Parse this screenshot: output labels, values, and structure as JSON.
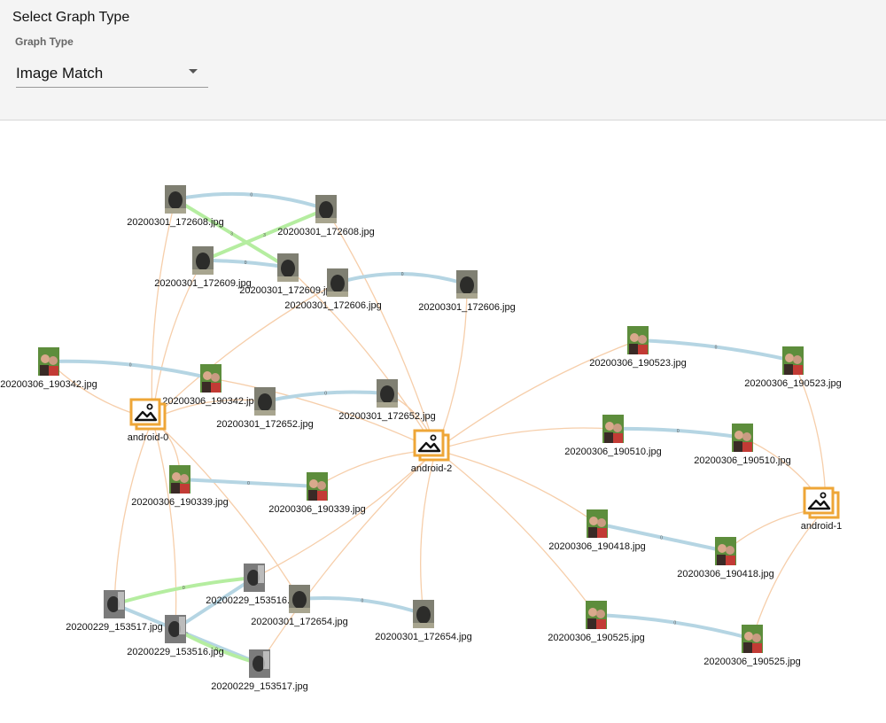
{
  "header": {
    "title": "Select Graph Type",
    "field_label": "Graph Type",
    "selected": "Image Match"
  },
  "colors": {
    "device_edge": "#f6ceaa",
    "match_blue": "#b5d5e3",
    "match_green": "#b5eda0",
    "device_icon": "#eea637"
  },
  "devices": [
    {
      "id": "d0",
      "label": "android-0"
    },
    {
      "id": "d1",
      "label": "android-1"
    },
    {
      "id": "d2",
      "label": "android-2"
    }
  ],
  "images": [
    {
      "id": "i1",
      "label": "20200301_172608.jpg",
      "device": "d0",
      "thumb": "dog-photo-thumbnail-icon",
      "tone": "dog"
    },
    {
      "id": "i2",
      "label": "20200301_172608.jpg",
      "device": "d2",
      "thumb": "dog-photo-thumbnail-icon",
      "tone": "dog"
    },
    {
      "id": "i3",
      "label": "20200301_172609.jpg",
      "device": "d0",
      "thumb": "dog-photo-thumbnail-icon",
      "tone": "dog"
    },
    {
      "id": "i4",
      "label": "20200301_172609.jpg",
      "device": "d2",
      "thumb": "dog-photo-thumbnail-icon",
      "tone": "dog"
    },
    {
      "id": "i5",
      "label": "20200301_172606.jpg",
      "device": "d0",
      "thumb": "dog-photo-thumbnail-icon",
      "tone": "dog"
    },
    {
      "id": "i6",
      "label": "20200301_172606.jpg",
      "device": "d2",
      "thumb": "dog-photo-thumbnail-icon",
      "tone": "dog"
    },
    {
      "id": "i7",
      "label": "20200306_190342.jpg",
      "device": "d0",
      "thumb": "people-photo-thumbnail-icon",
      "tone": "people"
    },
    {
      "id": "i8",
      "label": "20200306_190342.jpg",
      "device": "d2",
      "thumb": "people-photo-thumbnail-icon",
      "tone": "people"
    },
    {
      "id": "i9",
      "label": "20200301_172652.jpg",
      "device": "d0",
      "thumb": "dog-photo-thumbnail-icon",
      "tone": "dog"
    },
    {
      "id": "i10",
      "label": "20200301_172652.jpg",
      "device": "d2",
      "thumb": "dog-photo-thumbnail-icon",
      "tone": "dog"
    },
    {
      "id": "i11",
      "label": "20200306_190339.jpg",
      "device": "d0",
      "thumb": "people-photo-thumbnail-icon",
      "tone": "people"
    },
    {
      "id": "i12",
      "label": "20200306_190339.jpg",
      "device": "d2",
      "thumb": "people-photo-thumbnail-icon",
      "tone": "people"
    },
    {
      "id": "i13",
      "label": "20200229_153516.jpg",
      "device": "d2",
      "thumb": "gray-photo-thumbnail-icon",
      "tone": "gray"
    },
    {
      "id": "i14",
      "label": "20200229_153517.jpg",
      "device": "d0",
      "thumb": "gray-photo-thumbnail-icon",
      "tone": "gray"
    },
    {
      "id": "i15",
      "label": "20200229_153516.jpg",
      "device": "d0",
      "thumb": "gray-photo-thumbnail-icon",
      "tone": "gray"
    },
    {
      "id": "i16",
      "label": "20200229_153517.jpg",
      "device": "d2",
      "thumb": "gray-photo-thumbnail-icon",
      "tone": "gray"
    },
    {
      "id": "i17",
      "label": "20200301_172654.jpg",
      "device": "d0",
      "thumb": "dog-photo-thumbnail-icon",
      "tone": "dog"
    },
    {
      "id": "i18",
      "label": "20200301_172654.jpg",
      "device": "d2",
      "thumb": "dog-photo-thumbnail-icon",
      "tone": "dog"
    },
    {
      "id": "i19",
      "label": "20200306_190523.jpg",
      "device": "d2",
      "thumb": "people-photo-thumbnail-icon",
      "tone": "people"
    },
    {
      "id": "i20",
      "label": "20200306_190523.jpg",
      "device": "d1",
      "thumb": "people-photo-thumbnail-icon",
      "tone": "people"
    },
    {
      "id": "i21",
      "label": "20200306_190510.jpg",
      "device": "d2",
      "thumb": "people-photo-thumbnail-icon",
      "tone": "people"
    },
    {
      "id": "i22",
      "label": "20200306_190510.jpg",
      "device": "d1",
      "thumb": "people-photo-thumbnail-icon",
      "tone": "people"
    },
    {
      "id": "i23",
      "label": "20200306_190418.jpg",
      "device": "d2",
      "thumb": "people-photo-thumbnail-icon",
      "tone": "people"
    },
    {
      "id": "i24",
      "label": "20200306_190418.jpg",
      "device": "d1",
      "thumb": "people-photo-thumbnail-icon",
      "tone": "people"
    },
    {
      "id": "i25",
      "label": "20200306_190525.jpg",
      "device": "d2",
      "thumb": "people-photo-thumbnail-icon",
      "tone": "people"
    },
    {
      "id": "i26",
      "label": "20200306_190525.jpg",
      "device": "d1",
      "thumb": "people-photo-thumbnail-icon",
      "tone": "people"
    }
  ],
  "matches": [
    {
      "from": "i1",
      "to": "i2",
      "weight": "0",
      "kind": "blue"
    },
    {
      "from": "i1",
      "to": "i4",
      "weight": "3",
      "kind": "green"
    },
    {
      "from": "i3",
      "to": "i2",
      "weight": "3",
      "kind": "green"
    },
    {
      "from": "i3",
      "to": "i4",
      "weight": "0",
      "kind": "blue"
    },
    {
      "from": "i5",
      "to": "i6",
      "weight": "0",
      "kind": "blue"
    },
    {
      "from": "i7",
      "to": "i8",
      "weight": "0",
      "kind": "blue"
    },
    {
      "from": "i9",
      "to": "i10",
      "weight": "0",
      "kind": "blue"
    },
    {
      "from": "i11",
      "to": "i12",
      "weight": "0",
      "kind": "blue"
    },
    {
      "from": "i14",
      "to": "i13",
      "weight": "0",
      "kind": "green"
    },
    {
      "from": "i15",
      "to": "i13",
      "weight": "0",
      "kind": "blue"
    },
    {
      "from": "i14",
      "to": "i16",
      "weight": "0",
      "kind": "blue"
    },
    {
      "from": "i15",
      "to": "i16",
      "weight": "0",
      "kind": "green"
    },
    {
      "from": "i17",
      "to": "i18",
      "weight": "0",
      "kind": "blue"
    },
    {
      "from": "i19",
      "to": "i20",
      "weight": "0",
      "kind": "blue"
    },
    {
      "from": "i21",
      "to": "i22",
      "weight": "0",
      "kind": "blue"
    },
    {
      "from": "i23",
      "to": "i24",
      "weight": "0",
      "kind": "blue"
    },
    {
      "from": "i25",
      "to": "i26",
      "weight": "0",
      "kind": "blue"
    }
  ]
}
